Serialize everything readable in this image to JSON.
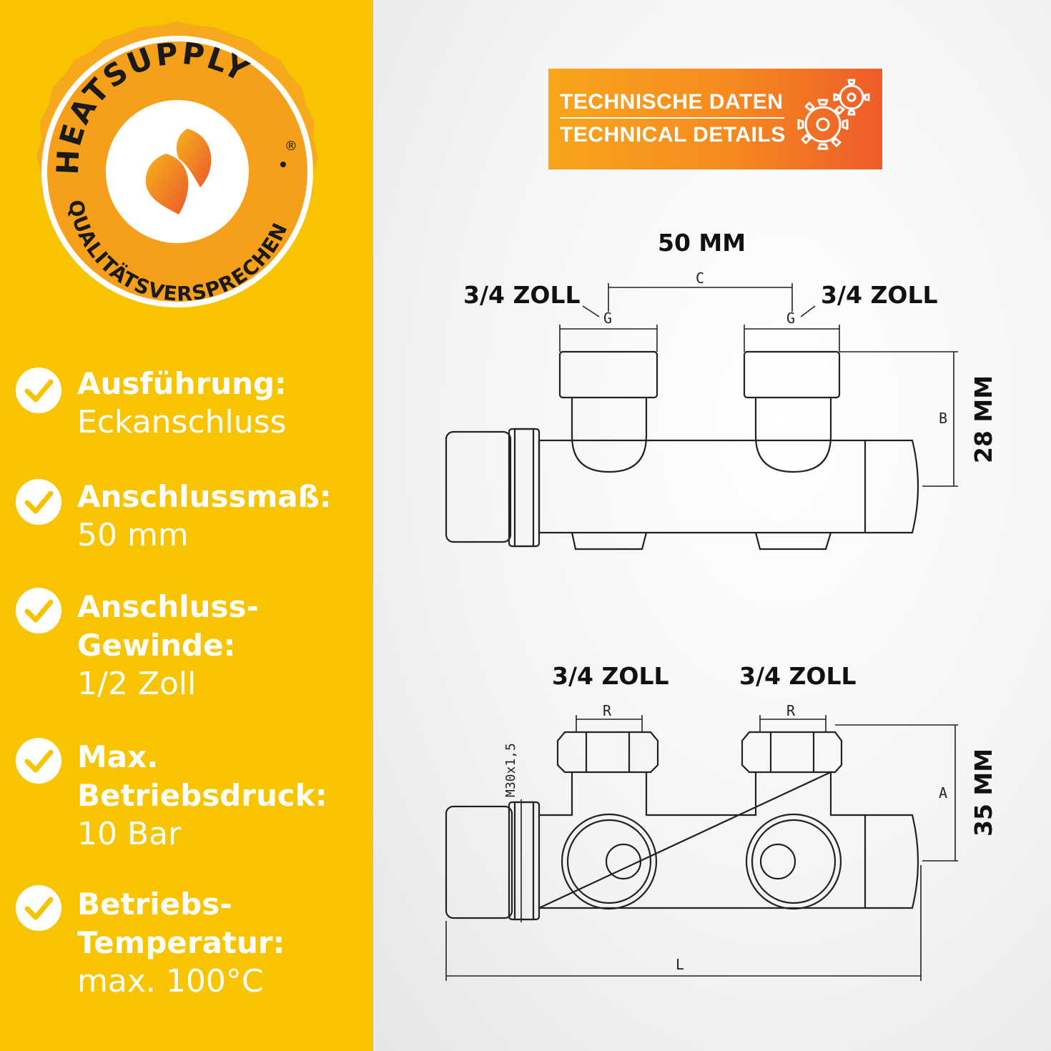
{
  "brand": {
    "name": "HEATSUPPLY",
    "registered": "®",
    "slogan": "QUALITÄTSVERSPRECHEN",
    "colors": {
      "badge_ring": "#f59f1b",
      "badge_outer": "#f7a91d",
      "flame_top": "#f7a21c",
      "flame_bottom": "#ea5a2a"
    }
  },
  "features": [
    {
      "label": "Ausführung:",
      "value": "Eckanschluss"
    },
    {
      "label": "Anschlussmaß:",
      "value": "50 mm"
    },
    {
      "label": "Anschluss-\nGewinde:",
      "value": "1/2 Zoll"
    },
    {
      "label": "Max.\nBetriebsdruck:",
      "value": "10 Bar"
    },
    {
      "label": "Betriebs-\nTemperatur:",
      "value": "max. 100°C"
    }
  ],
  "banner": {
    "line1": "TECHNISCHE DATEN",
    "line2": "TECHNICAL DETAILS",
    "icon": "gears-icon"
  },
  "top_view": {
    "spacing_label": "50 MM",
    "left_port_label": "3/4 ZOLL",
    "right_port_label": "3/4 ZOLL",
    "height_label": "28 MM",
    "dim_c": "C",
    "dim_g_left": "G",
    "dim_g_right": "G",
    "dim_b": "B"
  },
  "front_view": {
    "left_port_label": "3/4 ZOLL",
    "right_port_label": "3/4 ZOLL",
    "height_label": "35 MM",
    "dim_r_left": "R",
    "dim_r_right": "R",
    "dim_a": "A",
    "dim_l": "L",
    "thread_label": "M30x1,5"
  },
  "colors": {
    "left_panel": "#f8c400",
    "check_mark": "#f8c400",
    "banner_start": "#f9a51c",
    "banner_end": "#ee5b2a",
    "drawing_line": "#222222"
  }
}
